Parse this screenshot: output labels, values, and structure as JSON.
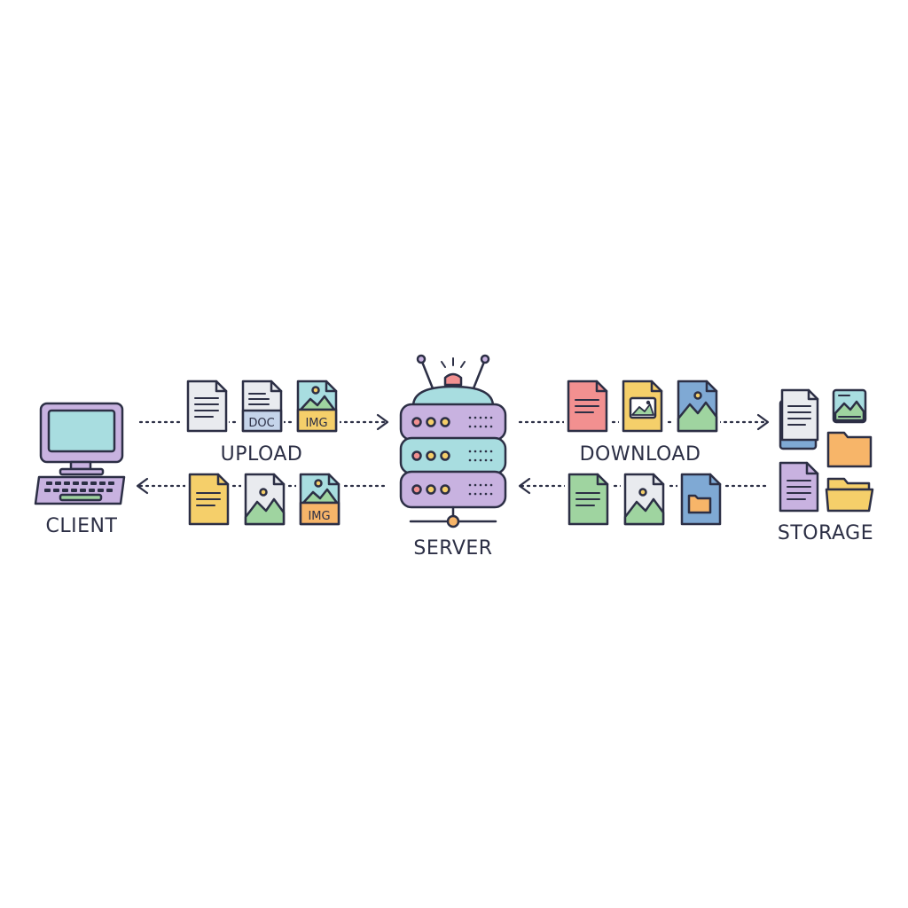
{
  "labels": {
    "client": "CLIENT",
    "upload": "UPLOAD",
    "server": "SERVER",
    "download": "DOWNLOAD",
    "storage": "STORAGE"
  },
  "file_tags": {
    "doc": "DOC",
    "img": "IMG"
  },
  "flows": [
    {
      "name": "client-to-server-upload",
      "direction": "right"
    },
    {
      "name": "server-to-client",
      "direction": "left"
    },
    {
      "name": "server-to-storage-download",
      "direction": "right"
    },
    {
      "name": "storage-to-server",
      "direction": "left"
    }
  ],
  "colors": {
    "outline": "#2c2f45",
    "purple": "#c8b2e0",
    "teal": "#a8dde0",
    "blue": "#7fa9d4",
    "yellow": "#f5cf6a",
    "orange": "#f7b569",
    "green": "#9fd4a0",
    "red": "#f29090",
    "light_gray": "#e9ebef",
    "light_blue": "#c5d4ea"
  },
  "icons": [
    "computer-icon",
    "document-icon",
    "doc-file-icon",
    "image-file-icon",
    "server-rack-icon",
    "folder-icon"
  ]
}
